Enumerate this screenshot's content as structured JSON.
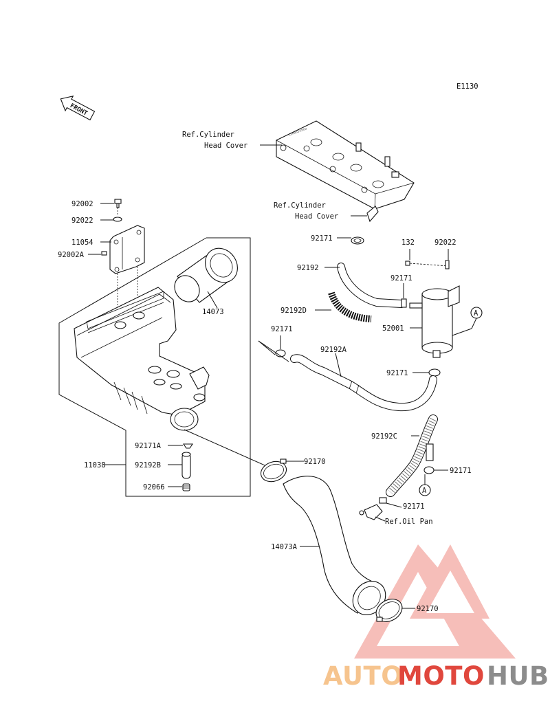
{
  "diagram_code": "E1130",
  "front_arrow": "FRONT",
  "labels": {
    "ref_cyl_head_1_line1": "Ref.Cylinder",
    "ref_cyl_head_1_line2": "Head Cover",
    "ref_cyl_head_2_line1": "Ref.Cylinder",
    "ref_cyl_head_2_line2": "Head Cover",
    "p92002": "92002",
    "p92022_left": "92022",
    "p11054": "11054",
    "p92002A": "92002A",
    "p14073": "14073",
    "p92171_top": "92171",
    "p132": "132",
    "p92022_right": "92022",
    "p92192": "92192",
    "p92171_mid": "92171",
    "p92192D": "92192D",
    "p52001": "52001",
    "ref_A_top": "A",
    "p92171_left": "92171",
    "p92192A": "92192A",
    "p92171_tank": "92171",
    "p92192C": "92192C",
    "p92171A": "92171A",
    "p92170_top": "92170",
    "p11038": "11038",
    "p92192B": "92192B",
    "p92171_right": "92171",
    "ref_A_bottom": "A",
    "p92066": "92066",
    "p92171_low": "92171",
    "ref_oil_pan": "Ref.Oil Pan",
    "p14073A": "14073A",
    "p92170_bottom": "92170"
  },
  "watermark": {
    "part1": "AUTO",
    "part2": "MOTO",
    "part3": "HUB",
    "color_light": "#f6c48e",
    "color_red": "#e0473d",
    "color_gray": "#8c8c8c"
  }
}
